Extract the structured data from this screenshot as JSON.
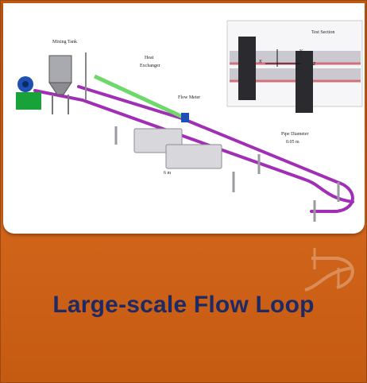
{
  "title": "Large-scale Flow Loop",
  "diagram": {
    "labels": {
      "mixing_tank": "Mixing Tank",
      "heat_exchanger_1": "Heat",
      "heat_exchanger_2": "Exchanger",
      "flow_meter": "Flow Meter",
      "test_section": "Test Section",
      "pipe_diameter_1": "Pipe Diameter",
      "pipe_diameter_2": "0.05 m",
      "length": "6 m",
      "axis_x": "x",
      "axis_y": "y",
      "axis_z": "z"
    }
  },
  "colors": {
    "card": "#c55a11",
    "title": "#1f2a63",
    "pipe": "#a12fb5",
    "heat_exchanger": "#6ed86a",
    "pump": "#1f4fb2",
    "motor_base": "#19a23a"
  }
}
